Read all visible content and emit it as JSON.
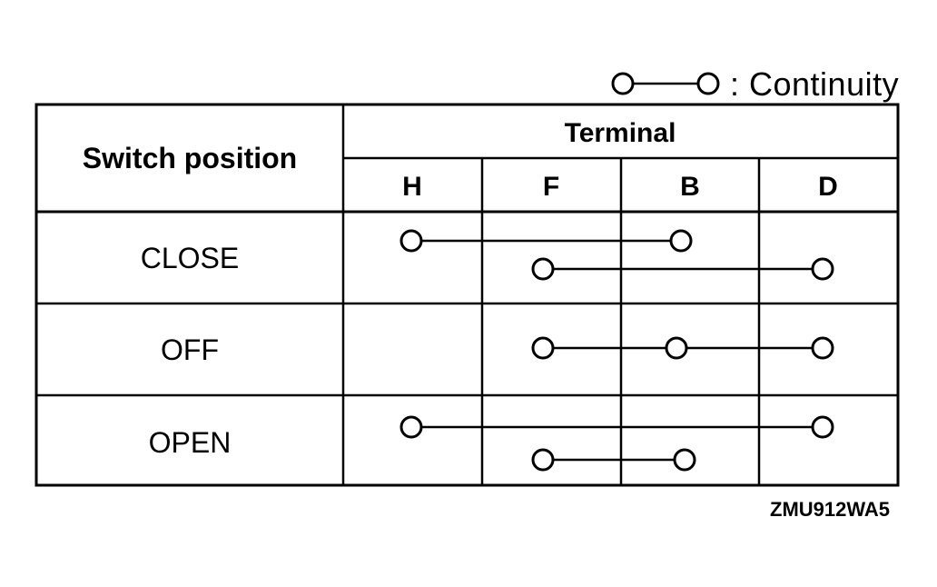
{
  "legend": {
    "symbol": "continuity-symbol",
    "label": ": Continuity"
  },
  "table": {
    "row_header": "Switch position",
    "group_header": "Terminal",
    "terminals": [
      "H",
      "F",
      "B",
      "D"
    ],
    "rows": [
      {
        "label": "CLOSE",
        "connections": [
          [
            "H",
            "B"
          ],
          [
            "F",
            "D"
          ]
        ]
      },
      {
        "label": "OFF",
        "connections": [
          [
            "F",
            "B",
            "D"
          ]
        ]
      },
      {
        "label": "OPEN",
        "connections": [
          [
            "H",
            "D"
          ],
          [
            "F",
            "B"
          ]
        ]
      }
    ]
  },
  "figure_code": "ZMU912WA5"
}
